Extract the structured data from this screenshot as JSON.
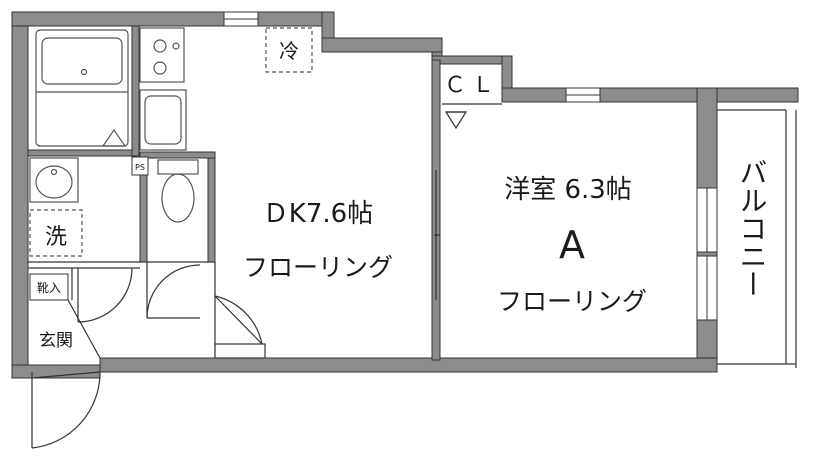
{
  "rooms": {
    "dk": {
      "name": "ＤK7.6帖",
      "floor": "フローリング"
    },
    "western": {
      "name": "洋室 6.3帖",
      "unit": "A",
      "floor": "フローリング"
    },
    "balcony": {
      "name": "バルコニー"
    }
  },
  "labels": {
    "fridge": "冷",
    "closet": "ＣＬ",
    "washer": "洗",
    "pipe_space": "PS",
    "shoe_box": "靴入",
    "entrance": "玄関"
  },
  "colors": {
    "wall": "#8c8c8c",
    "wall_stroke": "#333333",
    "line": "#333333",
    "fixture": "#555555"
  }
}
